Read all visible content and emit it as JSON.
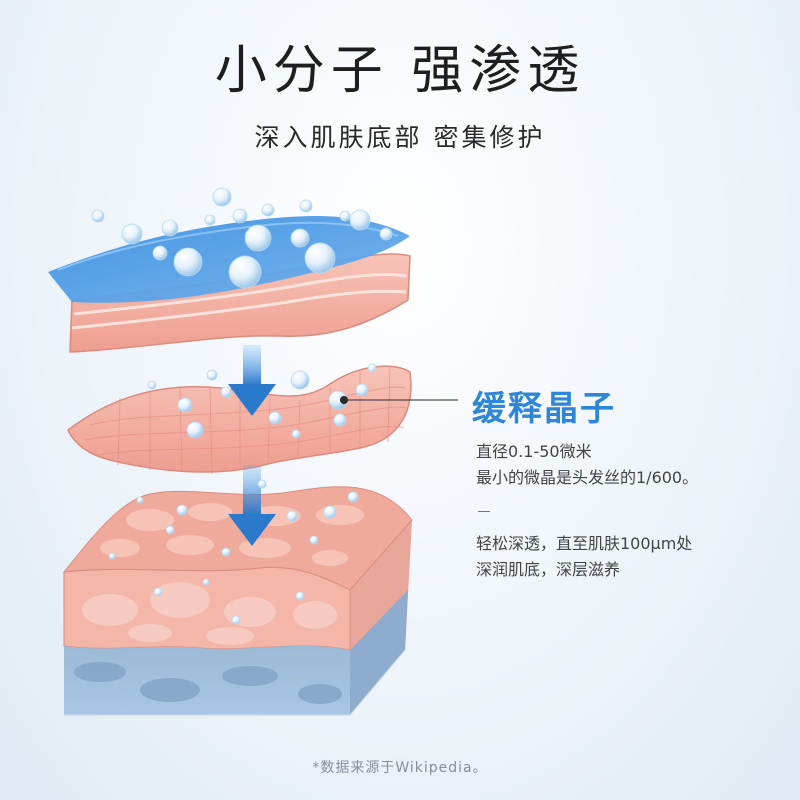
{
  "header": {
    "title": "小分子 强渗透",
    "subtitle": "深入肌肤底部 密集修护"
  },
  "callout": {
    "title": "缓释晶子",
    "info1": [
      "直径0.1-50微米",
      "最小的微晶是头发丝的1/600。"
    ],
    "info2": [
      "轻松深透，直至肌肤100μm处",
      "深润肌底，深层滋养"
    ]
  },
  "footnote": "*数据来源于Wikipedia。",
  "colors": {
    "accent": "#2e86d8",
    "water_blue": "#3b8fe0",
    "skin_pink": "#f3b4a8",
    "deep_blue": "#8fb1cf",
    "arrow": "#2d7fd0"
  }
}
